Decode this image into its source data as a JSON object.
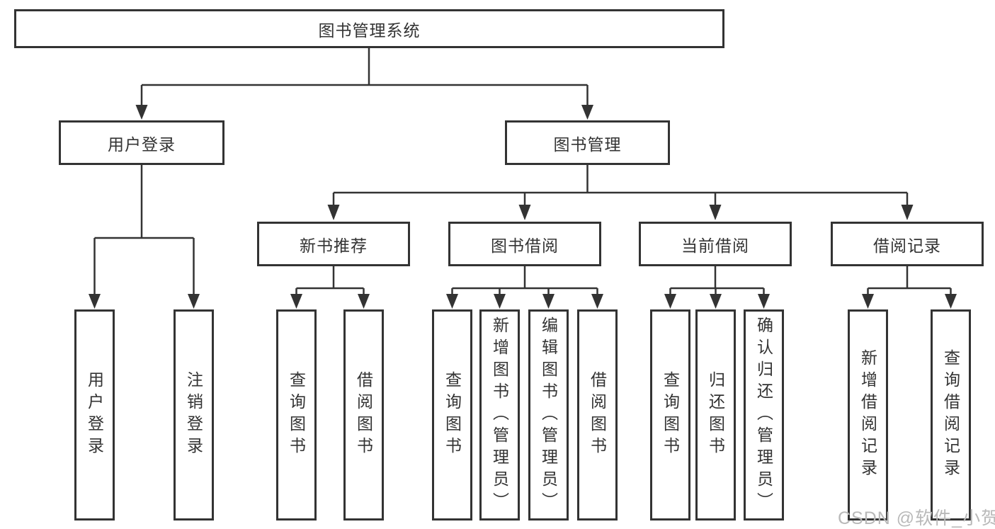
{
  "diagram": {
    "line_color": "#333333",
    "root": {
      "label": "图书管理系统"
    },
    "user_login": {
      "label": "用户登录",
      "children": [
        {
          "label": "用户登录"
        },
        {
          "label": "注销登录"
        }
      ]
    },
    "book_mgmt": {
      "label": "图书管理",
      "children": [
        {
          "label": "新书推荐",
          "children": [
            {
              "label": "查询图书"
            },
            {
              "label": "借阅图书"
            }
          ]
        },
        {
          "label": "图书借阅",
          "children": [
            {
              "label": "查询图书"
            },
            {
              "label": "新增图书（管理员）"
            },
            {
              "label": "编辑图书（管理员）"
            },
            {
              "label": "借阅图书"
            }
          ]
        },
        {
          "label": "当前借阅",
          "children": [
            {
              "label": "查询图书"
            },
            {
              "label": "归还图书"
            },
            {
              "label": "确认归还（管理员）"
            }
          ]
        },
        {
          "label": "借阅记录",
          "children": [
            {
              "label": "新增借阅记录"
            },
            {
              "label": "查询借阅记录"
            }
          ]
        }
      ]
    },
    "watermark": {
      "text": "CSDN @软件_小贺同学",
      "color": "#b9b9b9"
    }
  }
}
